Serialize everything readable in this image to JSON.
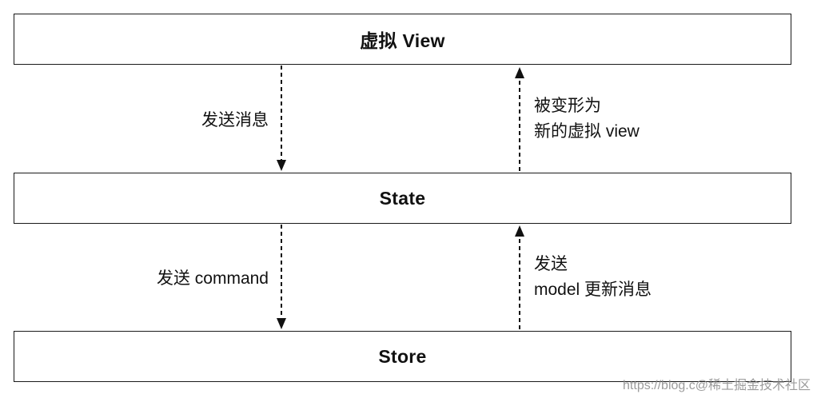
{
  "boxes": {
    "view": "虚拟 View",
    "state": "State",
    "store": "Store"
  },
  "edges": {
    "view_to_state": {
      "line1": "发送消息"
    },
    "state_to_view": {
      "line1": "被变形为",
      "line2": "新的虚拟 view"
    },
    "state_to_store": {
      "line1": "发送 command"
    },
    "store_to_state": {
      "line1": "发送",
      "line2": "model 更新消息"
    }
  },
  "watermark": "https://blog.c@稀土掘金技术社区"
}
